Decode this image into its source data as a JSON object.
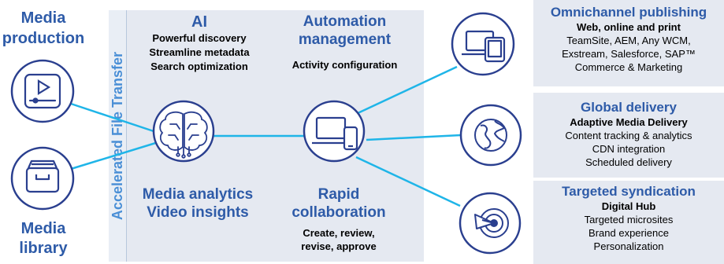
{
  "left": {
    "production_label": "Media\nproduction",
    "library_label": "Media\nlibrary",
    "transfer_label": "Accelerated File Transfer"
  },
  "ai": {
    "title": "AI",
    "items": [
      "Powerful discovery",
      "Streamline metadata",
      "Search optimization"
    ]
  },
  "analytics": {
    "line1": "Media analytics",
    "line2": "Video insights"
  },
  "automation": {
    "title1": "Automation",
    "title2": "management",
    "item": "Activity configuration"
  },
  "collab": {
    "title1": "Rapid",
    "title2": "collaboration",
    "item1": "Create, review,",
    "item2": "revise, approve"
  },
  "omnichannel": {
    "title": "Omnichannel publishing",
    "subtitle": "Web, online and print",
    "lines": [
      "TeamSite, AEM, Any WCM,",
      "Exstream, Salesforce, SAP™",
      "Commerce & Marketing"
    ]
  },
  "global": {
    "title": "Global delivery",
    "subtitle": "Adaptive Media Delivery",
    "lines": [
      "Content tracking & analytics",
      "CDN integration",
      "Scheduled delivery"
    ]
  },
  "syndication": {
    "title": "Targeted syndication",
    "subtitle": "Digital Hub",
    "lines": [
      "Targeted microsites",
      "Brand experience",
      "Personalization"
    ]
  },
  "colors": {
    "title_blue": "#2e5ba8",
    "circle_navy": "#2a3f8f",
    "line_cyan": "#1fb5e8",
    "panel_bg": "#e5e9f1",
    "strip_blue": "#4a8fd6"
  },
  "icons": [
    "video-player-icon",
    "archive-box-icon",
    "brain-circuit-icon",
    "laptop-phone-icon",
    "devices-icon",
    "globe-icon",
    "target-icon"
  ]
}
